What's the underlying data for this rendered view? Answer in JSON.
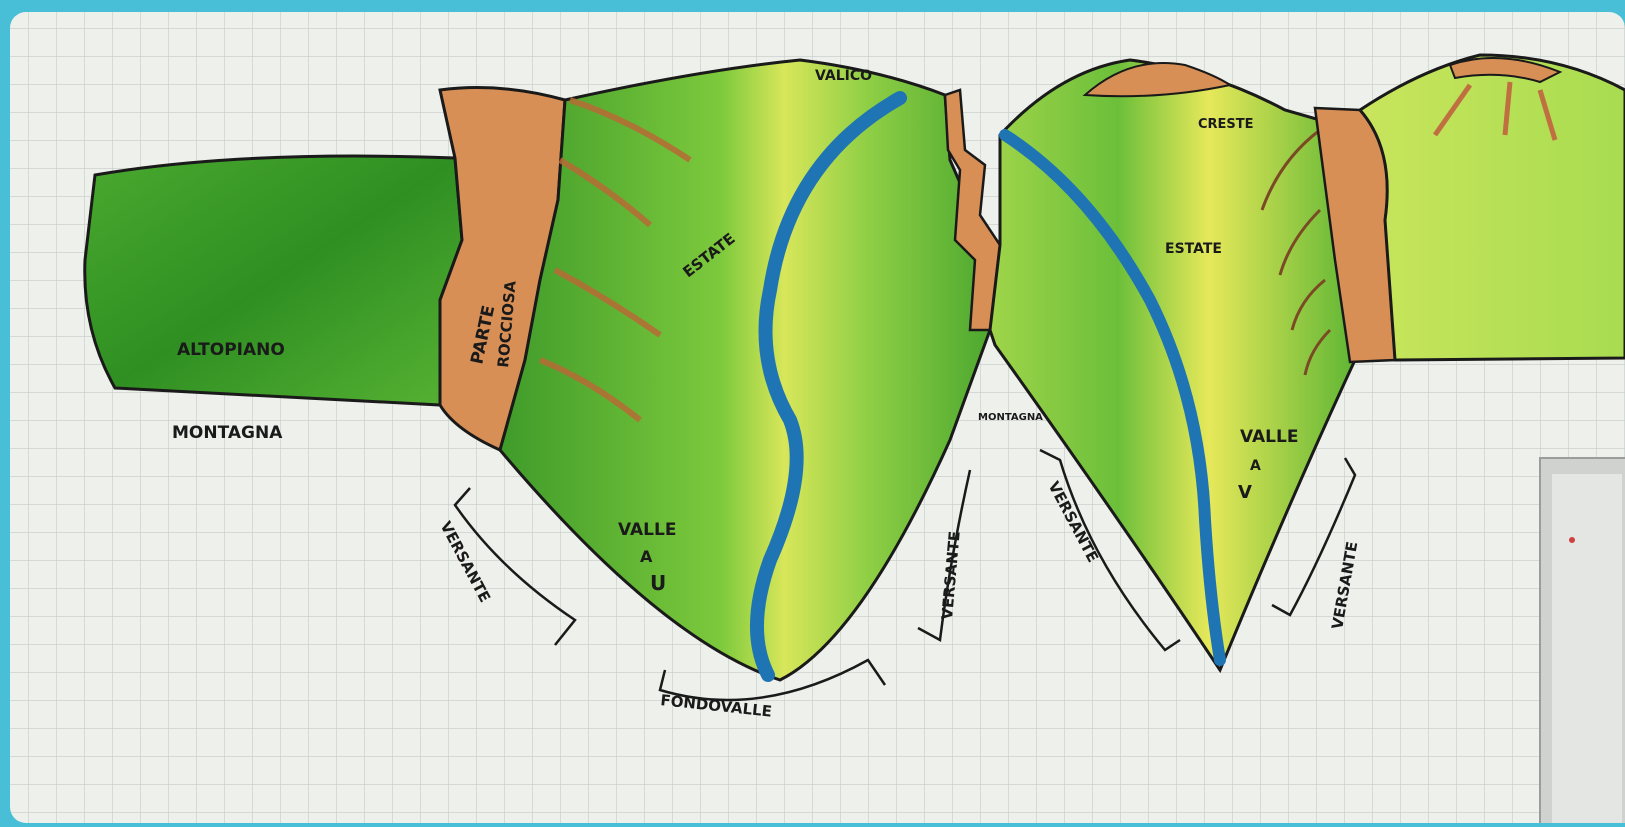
{
  "labels": {
    "altopiano": "ALTOPIANO",
    "montagna": "MONTAGNA",
    "parte": "PARTE",
    "rocciosa": "ROCCIOSA",
    "valico": "VALICO",
    "estate_left": "ESTATE",
    "valle_a_u_1": "VALLE",
    "valle_a_u_2": "A",
    "valle_a_u_3": "U",
    "fondovalle": "FONDOVALLE",
    "versante_1": "VERSANTE",
    "versante_2": "VERSANTE",
    "montagna_small": "MONTAGNA",
    "versante_3": "VERSANTE",
    "creste": "CRESTE",
    "estate_right": "ESTATE",
    "valle_a_v_1": "VALLE",
    "valle_a_v_2": "A",
    "valle_a_v_3": "V",
    "versante_4": "VERSANTE"
  },
  "colors": {
    "frame": "#48bfd6",
    "paper": "#eef0ec",
    "grid": "#c9cdca",
    "grass_dark": "#3f9b2a",
    "grass": "#6fc23a",
    "grass_light": "#b7dd55",
    "yellow": "#e9e85a",
    "rock": "#d88f55",
    "river": "#1f74b4",
    "ink": "#1a1a1a"
  }
}
